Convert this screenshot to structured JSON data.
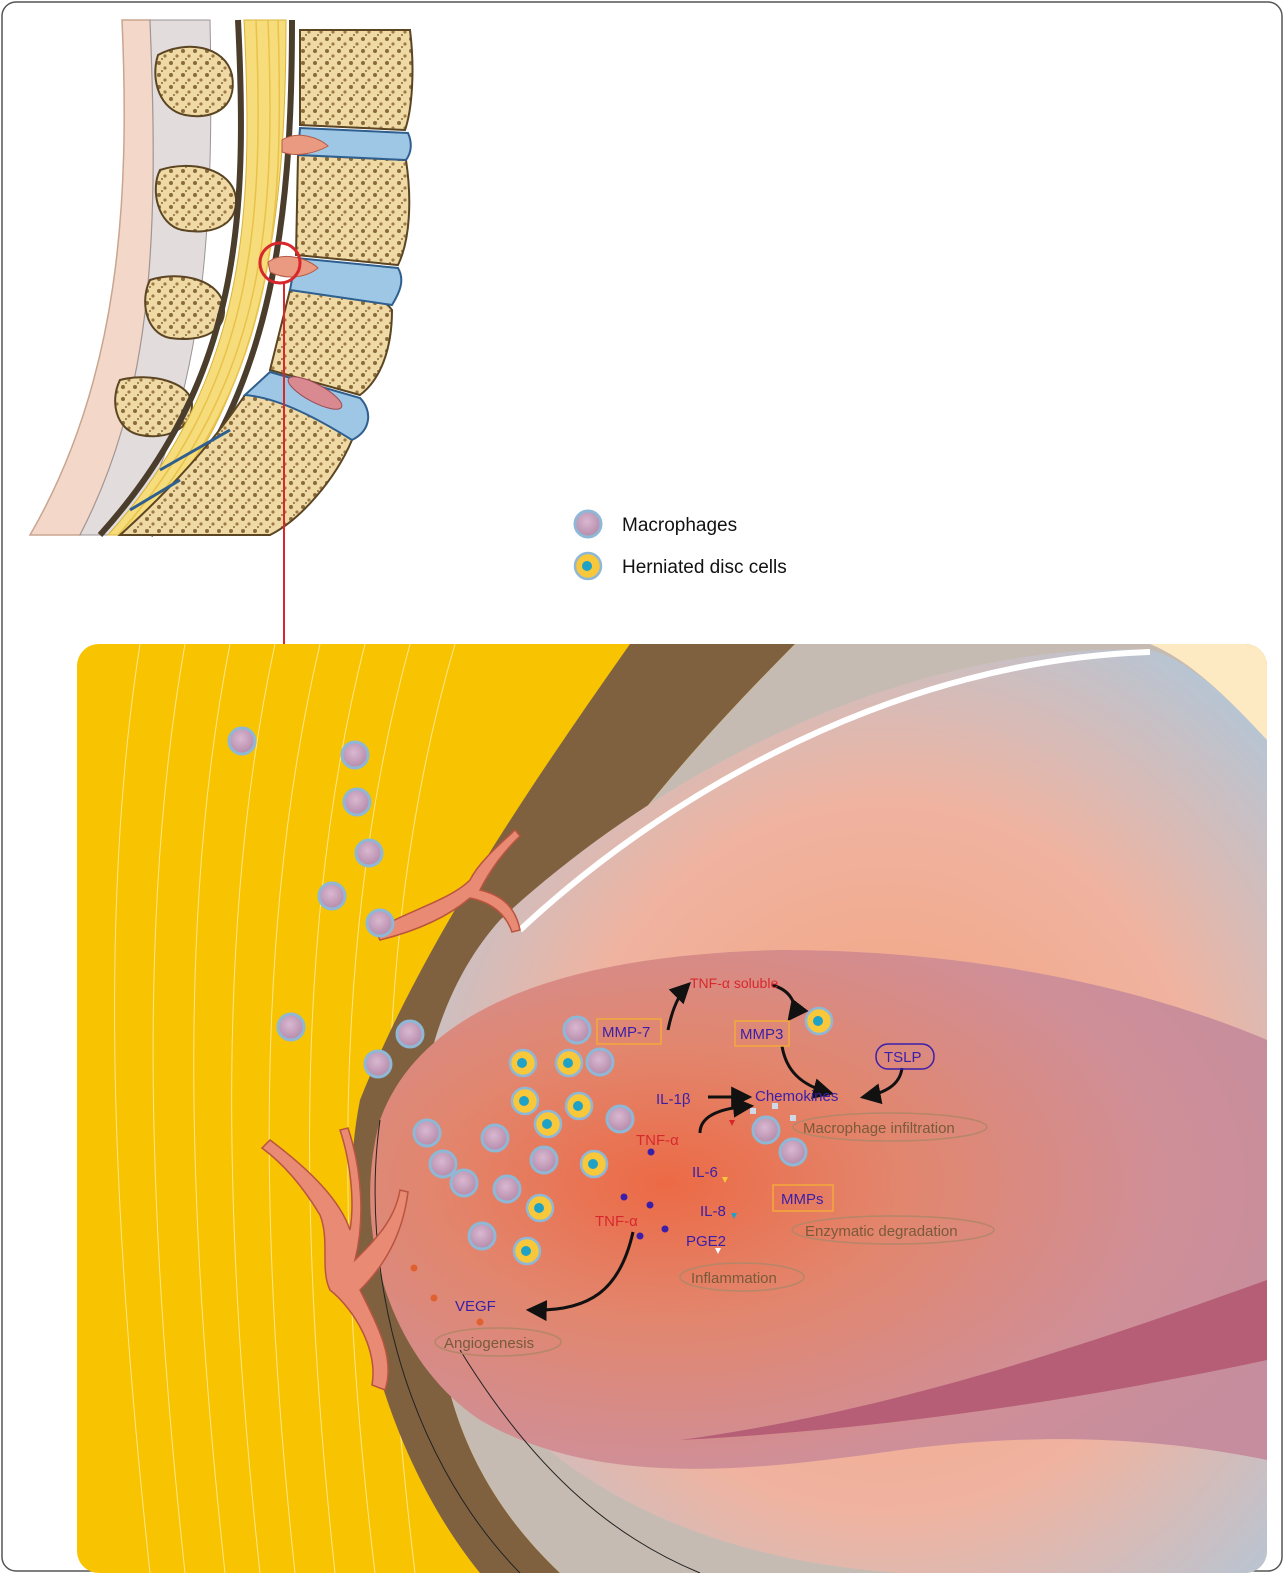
{
  "legend": {
    "macrophages": "Macrophages",
    "herniated_disc_cells": "Herniated disc cells"
  },
  "labels": {
    "mmp7": "MMP-7",
    "tnf_soluble": "TNF-α soluble",
    "mmp3": "MMP3",
    "tslp": "TSLP",
    "chemokines": "Chemokines",
    "il1b": "IL-1β",
    "tnf_a_upper": "TNF-α",
    "macrophage_infiltration": "Macrophage infiltration",
    "il6": "IL-6",
    "mmps": "MMPs",
    "il8": "IL-8",
    "tnf_a_lower": "TNF-α",
    "enzymatic_degradation": "Enzymatic degradation",
    "pge2": "PGE2",
    "inflammation": "Inflammation",
    "vegf": "VEGF",
    "angiogenesis": "Angiogenesis"
  },
  "colors": {
    "nerve_yellow": "#f8c300",
    "dura_brown": "#7f6140",
    "disc_blue": "#a9cde4",
    "macrophage_fill": "#c7a4bf",
    "macrophage_rim": "#8fb7d6",
    "disc_cell_yellow": "#f8c83a",
    "disc_cell_nucleus": "#1fa2c6",
    "cytokine_red": "#d8282d",
    "mediator_blue": "#3a1fa8",
    "process_brown": "#7a5a3a",
    "box_orange": "#f4a93a",
    "vessel": "#e98b74",
    "connector_red": "#d8282d"
  }
}
